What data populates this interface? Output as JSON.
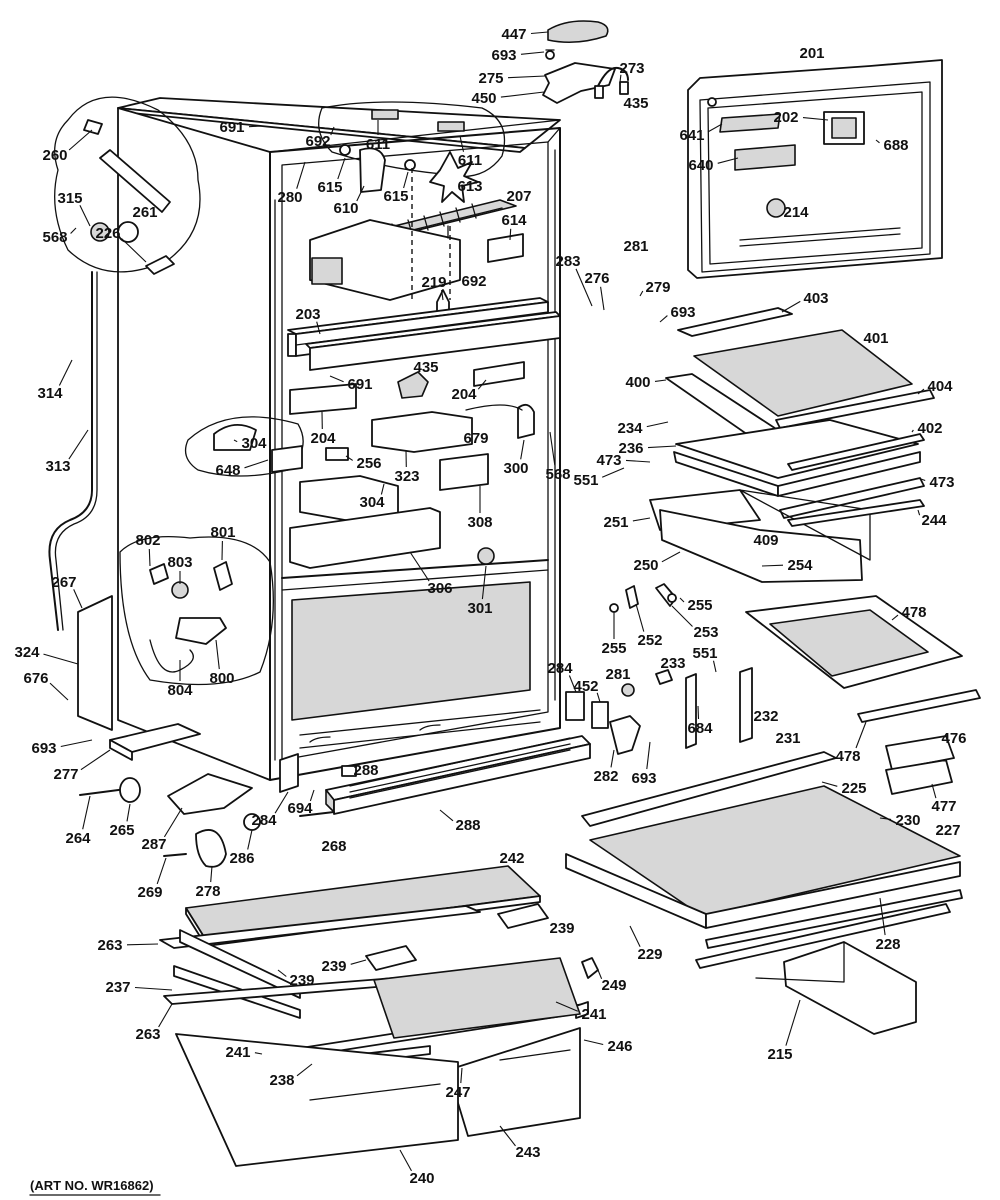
{
  "art_number": "(ART NO. WR16862)",
  "callouts": [
    {
      "id": "c447",
      "text": "447"
    },
    {
      "id": "c693a",
      "text": "693"
    },
    {
      "id": "c275",
      "text": "275"
    },
    {
      "id": "c273",
      "text": "273"
    },
    {
      "id": "c450",
      "text": "450"
    },
    {
      "id": "c435a",
      "text": "435"
    },
    {
      "id": "c201",
      "text": "201"
    },
    {
      "id": "c691a",
      "text": "691"
    },
    {
      "id": "c692a",
      "text": "692"
    },
    {
      "id": "c611a",
      "text": "611"
    },
    {
      "id": "c611b",
      "text": "611"
    },
    {
      "id": "c260",
      "text": "260"
    },
    {
      "id": "c615a",
      "text": "615"
    },
    {
      "id": "c615b",
      "text": "615"
    },
    {
      "id": "c613",
      "text": "613"
    },
    {
      "id": "c641",
      "text": "641"
    },
    {
      "id": "c202",
      "text": "202"
    },
    {
      "id": "c688",
      "text": "688"
    },
    {
      "id": "c640",
      "text": "640"
    },
    {
      "id": "c315",
      "text": "315"
    },
    {
      "id": "c280",
      "text": "280"
    },
    {
      "id": "c610",
      "text": "610"
    },
    {
      "id": "c207",
      "text": "207"
    },
    {
      "id": "c214",
      "text": "214"
    },
    {
      "id": "c261",
      "text": "261"
    },
    {
      "id": "c614",
      "text": "614"
    },
    {
      "id": "c568a",
      "text": "568"
    },
    {
      "id": "c226",
      "text": "226"
    },
    {
      "id": "c281a",
      "text": "281"
    },
    {
      "id": "c692b",
      "text": "692"
    },
    {
      "id": "c283",
      "text": "283"
    },
    {
      "id": "c276",
      "text": "276"
    },
    {
      "id": "c279",
      "text": "279"
    },
    {
      "id": "c219",
      "text": "219"
    },
    {
      "id": "c403",
      "text": "403"
    },
    {
      "id": "c693b",
      "text": "693"
    },
    {
      "id": "c203",
      "text": "203"
    },
    {
      "id": "c401",
      "text": "401"
    },
    {
      "id": "c314",
      "text": "314"
    },
    {
      "id": "c435b",
      "text": "435"
    },
    {
      "id": "c691b",
      "text": "691"
    },
    {
      "id": "c400",
      "text": "400"
    },
    {
      "id": "c404",
      "text": "404"
    },
    {
      "id": "c204a",
      "text": "204"
    },
    {
      "id": "c234",
      "text": "234"
    },
    {
      "id": "c204b",
      "text": "204"
    },
    {
      "id": "c679",
      "text": "679"
    },
    {
      "id": "c304a",
      "text": "304"
    },
    {
      "id": "c236",
      "text": "236"
    },
    {
      "id": "c402",
      "text": "402"
    },
    {
      "id": "c473a",
      "text": "473"
    },
    {
      "id": "c313",
      "text": "313"
    },
    {
      "id": "c256",
      "text": "256"
    },
    {
      "id": "c323",
      "text": "323"
    },
    {
      "id": "c300",
      "text": "300"
    },
    {
      "id": "c568b",
      "text": "568"
    },
    {
      "id": "c551a",
      "text": "551"
    },
    {
      "id": "c473b",
      "text": "473"
    },
    {
      "id": "c648",
      "text": "648"
    },
    {
      "id": "c304b",
      "text": "304"
    },
    {
      "id": "c308",
      "text": "308"
    },
    {
      "id": "c251",
      "text": "251"
    },
    {
      "id": "c244",
      "text": "244"
    },
    {
      "id": "c802",
      "text": "802"
    },
    {
      "id": "c801",
      "text": "801"
    },
    {
      "id": "c409",
      "text": "409"
    },
    {
      "id": "c803",
      "text": "803"
    },
    {
      "id": "c250",
      "text": "250"
    },
    {
      "id": "c254",
      "text": "254"
    },
    {
      "id": "c267",
      "text": "267"
    },
    {
      "id": "c306",
      "text": "306"
    },
    {
      "id": "c301",
      "text": "301"
    },
    {
      "id": "c255a",
      "text": "255"
    },
    {
      "id": "c478a",
      "text": "478"
    },
    {
      "id": "c255b",
      "text": "255"
    },
    {
      "id": "c252",
      "text": "252"
    },
    {
      "id": "c253",
      "text": "253"
    },
    {
      "id": "c324",
      "text": "324"
    },
    {
      "id": "c800",
      "text": "800"
    },
    {
      "id": "c284a",
      "text": "284"
    },
    {
      "id": "c233",
      "text": "233"
    },
    {
      "id": "c551b",
      "text": "551"
    },
    {
      "id": "c676",
      "text": "676"
    },
    {
      "id": "c804",
      "text": "804"
    },
    {
      "id": "c452",
      "text": "452"
    },
    {
      "id": "c281b",
      "text": "281"
    },
    {
      "id": "c232",
      "text": "232"
    },
    {
      "id": "c684",
      "text": "684"
    },
    {
      "id": "c478b",
      "text": "478"
    },
    {
      "id": "c476",
      "text": "476"
    },
    {
      "id": "c693c",
      "text": "693"
    },
    {
      "id": "c231",
      "text": "231"
    },
    {
      "id": "c277",
      "text": "277"
    },
    {
      "id": "c288a",
      "text": "288"
    },
    {
      "id": "c282",
      "text": "282"
    },
    {
      "id": "c693d",
      "text": "693"
    },
    {
      "id": "c225",
      "text": "225"
    },
    {
      "id": "c477",
      "text": "477"
    },
    {
      "id": "c694",
      "text": "694"
    },
    {
      "id": "c288b",
      "text": "288"
    },
    {
      "id": "c230",
      "text": "230"
    },
    {
      "id": "c264",
      "text": "264"
    },
    {
      "id": "c265",
      "text": "265"
    },
    {
      "id": "c287",
      "text": "287"
    },
    {
      "id": "c284b",
      "text": "284"
    },
    {
      "id": "c227",
      "text": "227"
    },
    {
      "id": "c268",
      "text": "268"
    },
    {
      "id": "c286",
      "text": "286"
    },
    {
      "id": "c242",
      "text": "242"
    },
    {
      "id": "c269",
      "text": "269"
    },
    {
      "id": "c278",
      "text": "278"
    },
    {
      "id": "c239a",
      "text": "239"
    },
    {
      "id": "c228",
      "text": "228"
    },
    {
      "id": "c263a",
      "text": "263"
    },
    {
      "id": "c239b",
      "text": "239"
    },
    {
      "id": "c229",
      "text": "229"
    },
    {
      "id": "c239c",
      "text": "239"
    },
    {
      "id": "c249",
      "text": "249"
    },
    {
      "id": "c237",
      "text": "237"
    },
    {
      "id": "c263b",
      "text": "263"
    },
    {
      "id": "c241a",
      "text": "241"
    },
    {
      "id": "c215",
      "text": "215"
    },
    {
      "id": "c241b",
      "text": "241"
    },
    {
      "id": "c246",
      "text": "246"
    },
    {
      "id": "c238",
      "text": "238"
    },
    {
      "id": "c247",
      "text": "247"
    },
    {
      "id": "c243",
      "text": "243"
    },
    {
      "id": "c240",
      "text": "240"
    }
  ]
}
